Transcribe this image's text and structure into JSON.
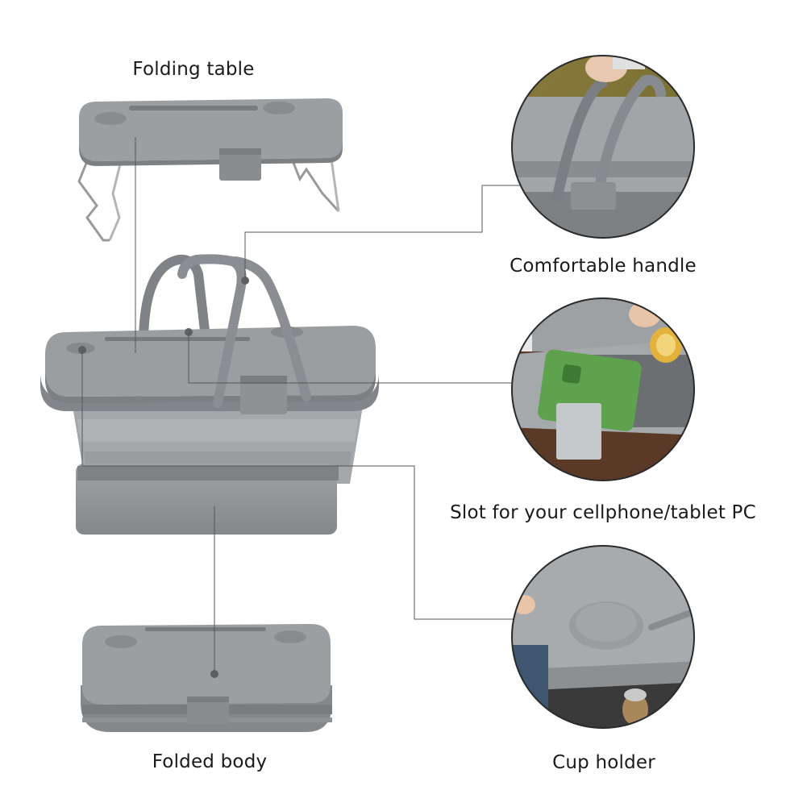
{
  "colors": {
    "background": "#ffffff",
    "body_gray": "#8e9194",
    "lid_gray": "#9a9da0",
    "dark_gray": "#6f7275",
    "leader_line": "#555555",
    "text": "#1a1a1a"
  },
  "labels": {
    "folding_table": "Folding table",
    "comfortable_handle": "Comfortable handle",
    "phone_slot": "Slot for your cellphone/tablet PC",
    "folded_body": "Folded body",
    "cup_holder": "Cup holder"
  },
  "illustrations": [
    {
      "name": "folding-table-illustration"
    },
    {
      "name": "picnic-basket-illustration"
    },
    {
      "name": "folded-body-illustration"
    },
    {
      "name": "handle-detail-photo"
    },
    {
      "name": "phone-slot-detail-photo"
    },
    {
      "name": "cup-holder-detail-photo"
    }
  ]
}
